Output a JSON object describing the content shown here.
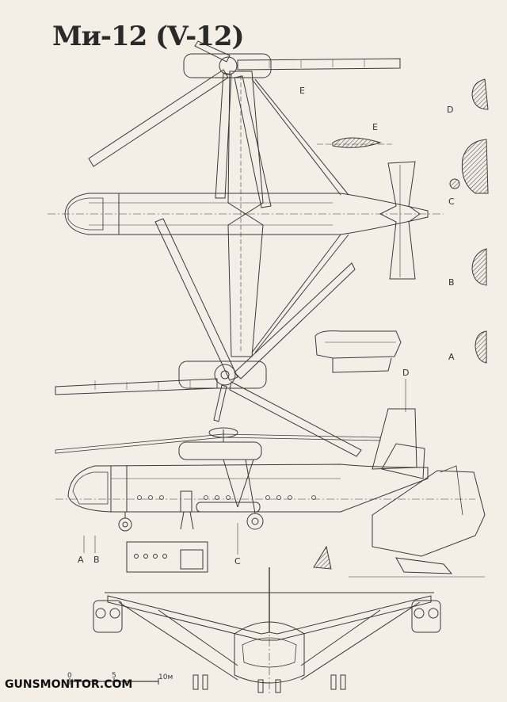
{
  "title": "Ми-12 (V-12)",
  "section_labels": {
    "e_top": "E",
    "e_mid": "E",
    "d_right": "D",
    "c_right": "C",
    "b_right": "B",
    "a_right": "A",
    "d_side": "D",
    "a_bottom": "A",
    "b_bottom": "B",
    "c_bottom": "C"
  },
  "scale": {
    "zero": "0",
    "five": "5",
    "ten": "10м"
  },
  "watermark": "GUNSMONITOR.COM",
  "colors": {
    "ink": "#3a3a3a",
    "paper": "#f3efe6",
    "hatch": "#555555"
  }
}
